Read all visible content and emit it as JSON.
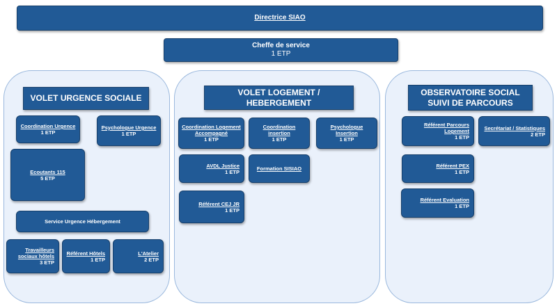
{
  "director": {
    "title": "Directrice SIAO"
  },
  "chief": {
    "title": "Cheffe de service",
    "etp": "1 ETP"
  },
  "panels": {
    "urgence": {
      "title": "VOLET URGENCE SOCIALE",
      "coordination": {
        "name": "Coordination Urgence",
        "etp": "1 ETP"
      },
      "psychologue": {
        "name": "Psychologue Urgence",
        "etp": "1 ETP"
      },
      "ecoutants": {
        "name": "Ecoutants 115",
        "etp": "5 ETP"
      },
      "service": {
        "name": "Service Urgence Hébergement"
      },
      "travailleurs": {
        "name_line1": "Travailleurs",
        "name_line2": "sociaux hôtels",
        "etp": "3 ETP"
      },
      "referent_hotels": {
        "name": "Référent Hôtels",
        "etp": "1 ETP"
      },
      "atelier": {
        "name": "L'Atelier",
        "etp": "2 ETP"
      }
    },
    "logement": {
      "title": "VOLET LOGEMENT / HEBERGEMENT",
      "coordination": {
        "name_line1": "Coordination Logement",
        "name_line2": "Accompagné",
        "etp": "1 ETP"
      },
      "coord_insertion": {
        "name_line1": "Coordination",
        "name_line2": "insertion",
        "etp": "1 ETP"
      },
      "psy_insertion": {
        "name_line1": "Psychologue",
        "name_line2": "Insertion",
        "etp": "1 ETP"
      },
      "avdl": {
        "name": "AVDL Justice",
        "etp": "1 ETP"
      },
      "formation": {
        "name": "Formation SISIAO"
      },
      "referent_cej": {
        "name": "Référent CEJ JR",
        "etp": "1 ETP"
      }
    },
    "observatoire": {
      "title_line1": "OBSERVATOIRE SOCIAL",
      "title_line2": "SUIVI DE PARCOURS",
      "referent_parcours": {
        "name_line1": "Référent Parcours",
        "name_line2": "Logement",
        "etp": "1 ETP"
      },
      "secretariat": {
        "name": "Secrétariat / Statistiques",
        "etp": "2 ETP"
      },
      "referent_pex": {
        "name": "Référent PEX",
        "etp": "1 ETP"
      },
      "referent_eval": {
        "name": "Référent Evaluation",
        "etp": "1 ETP"
      }
    }
  }
}
